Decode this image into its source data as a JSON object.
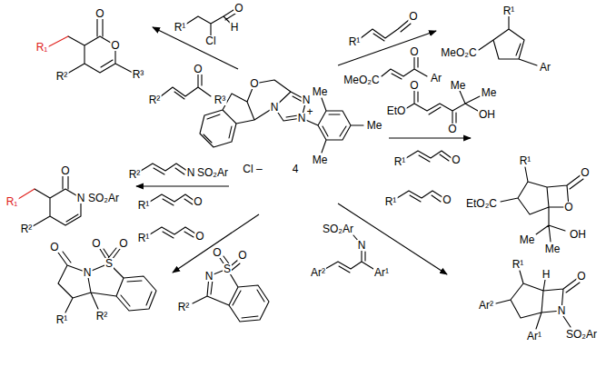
{
  "diagram": {
    "labels": [
      "O",
      "R₁",
      "O",
      "R²",
      "R³",
      "O",
      "R¹",
      "H",
      "Cl",
      "O",
      "R²",
      "R³",
      "O",
      "R¹",
      "R¹",
      "MeO₂C",
      "Ar",
      "O",
      "MeO₂C",
      "Ar",
      "O",
      "Me",
      "N",
      "N",
      "N",
      "+",
      "Me",
      "Me",
      "Cl –",
      "4",
      "O",
      "Me",
      "Me",
      "EtO",
      "OH",
      "O",
      "R¹",
      "O",
      "R¹",
      "O",
      "EtO₂C",
      "O",
      "OH",
      "Me",
      "Me",
      "R²",
      "N",
      "SO₂Ar",
      "R¹",
      "O",
      "O",
      "R₁",
      "N",
      "SO₂Ar",
      "R²",
      "R¹",
      "O",
      "SO₂Ar",
      "N",
      "Ar²",
      "Ar¹",
      "R¹",
      "O",
      "O",
      "O",
      "S",
      "N",
      "R²",
      "O",
      "O",
      "O",
      "S",
      "N",
      "R²",
      "R¹",
      "R¹",
      "H",
      "O",
      "Ar²",
      "N",
      "Ar¹",
      "SO₂Ar"
    ]
  }
}
